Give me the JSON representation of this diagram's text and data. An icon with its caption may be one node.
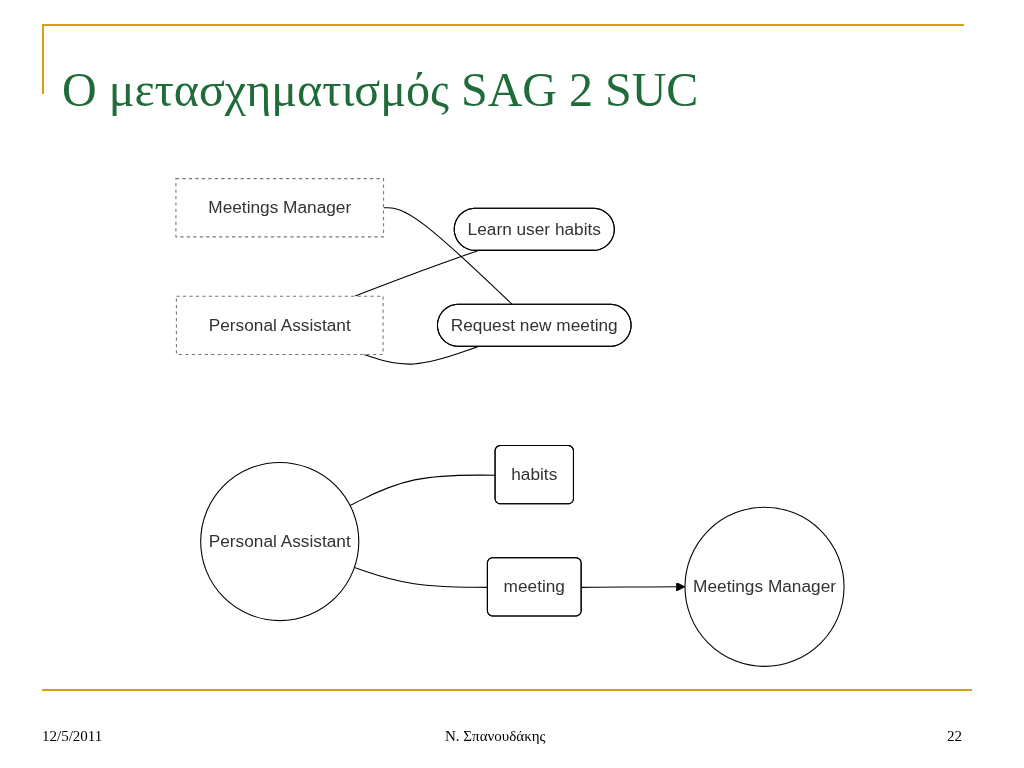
{
  "diagram": {
    "title": "Ο μετασχηματισμός SAG 2 SUC",
    "nodes": [
      {
        "text": [
          "Meetings Manager"
        ]
      },
      {
        "text": [
          "Meetings Manager"
        ]
      },
      {
        "text": [
          "Request new meeting"
        ]
      },
      {
        "text": [
          "meeting"
        ]
      },
      {
        "text": [
          "Personal Assistant"
        ]
      },
      {
        "text": [
          "Personal Assistant"
        ]
      },
      {
        "text": [
          "habits"
        ]
      },
      {
        "text": [
          "Learn user habits"
        ]
      }
    ],
    "edges": [
      {
        "from": 0,
        "to": 2,
        "arrow": "none"
      },
      {
        "from": 3,
        "to": 1,
        "arrow": "to"
      },
      {
        "from": 5,
        "to": 2,
        "arrow": "none"
      },
      {
        "from": 4,
        "to": 3,
        "arrow": "none"
      },
      {
        "from": 5,
        "to": 7,
        "arrow": "none"
      },
      {
        "from": 4,
        "to": 6,
        "arrow": "none"
      }
    ],
    "labels": [
      "12/5/2011",
      "Ν. Σπανουδάκης",
      "22"
    ]
  }
}
